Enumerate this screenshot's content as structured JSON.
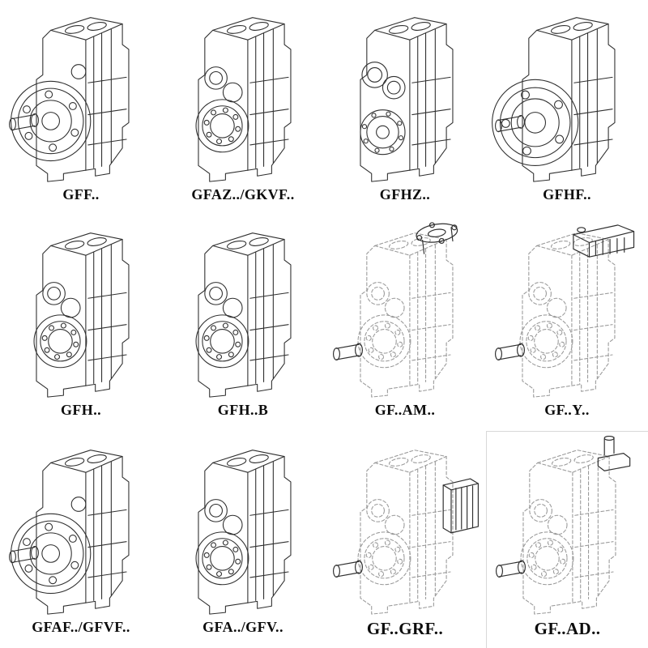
{
  "page": {
    "title": "Gear reducer model catalog",
    "background": "#ffffff",
    "line_color": "#2f2f2f",
    "phantom_line_color": "#9a9a9a"
  },
  "catalog": {
    "items": [
      {
        "label": "GFF..",
        "drawing": "flange-output",
        "dashed": false
      },
      {
        "label": "GFAZ../GKVF..",
        "drawing": "bearing-output",
        "dashed": false
      },
      {
        "label": "GFHZ..",
        "drawing": "shaft-output",
        "dashed": false
      },
      {
        "label": "GFHF..",
        "drawing": "flange-output-large",
        "dashed": false
      },
      {
        "label": "GFH..",
        "drawing": "bearing-output",
        "dashed": false
      },
      {
        "label": "GFH..B",
        "drawing": "bearing-output",
        "dashed": false
      },
      {
        "label": "GF..AM..",
        "drawing": "motor-adapter-flange",
        "dashed": true
      },
      {
        "label": "GF..Y..",
        "drawing": "mounted-motor",
        "dashed": true
      },
      {
        "label": "GFAF../GFVF..",
        "drawing": "flange-output",
        "dashed": false
      },
      {
        "label": "GFA../GFV..",
        "drawing": "bearing-output",
        "dashed": false
      },
      {
        "label": "GF..GRF..",
        "drawing": "side-adapter",
        "dashed": true
      },
      {
        "label": "GF..AD..",
        "drawing": "top-input-shaft",
        "dashed": true
      }
    ]
  }
}
